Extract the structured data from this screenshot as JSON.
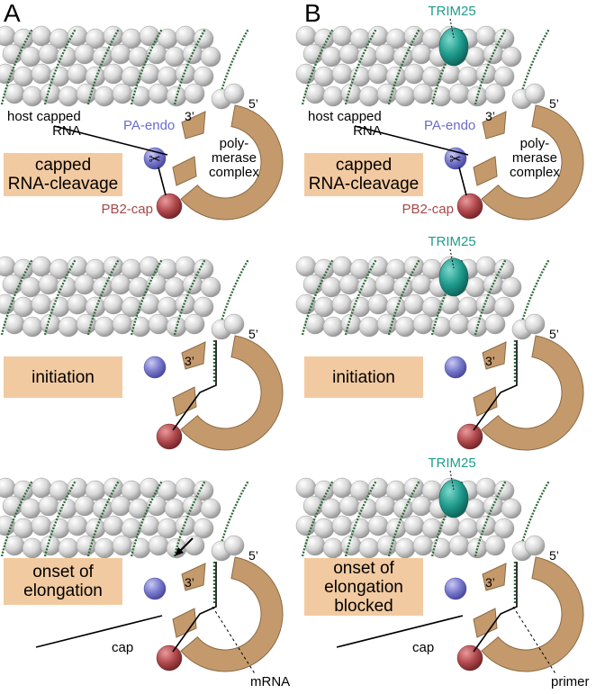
{
  "panels": [
    {
      "letter": "A",
      "rows": [
        {
          "stage": "capped\nRNA-cleavage",
          "labels": {
            "prime5": "5’",
            "prime3": "3’",
            "host_rna": "host capped\nRNA",
            "pa_endo": "PA-endo",
            "polymerase": "poly-\nmerase\ncomplex",
            "pb2_cap": "PB2-cap"
          }
        },
        {
          "stage": "initiation",
          "labels": {
            "prime5": "5’",
            "prime3": "3’"
          }
        },
        {
          "stage": "onset of\nelongation",
          "labels": {
            "prime5": "5’",
            "prime3": "3’",
            "cap": "cap",
            "product": "mRNA"
          }
        }
      ]
    },
    {
      "letter": "B",
      "rows": [
        {
          "stage": "capped\nRNA-cleavage",
          "labels": {
            "trim25": "TRIM25",
            "prime5": "5’",
            "prime3": "3’",
            "host_rna": "host capped\nRNA",
            "pa_endo": "PA-endo",
            "polymerase": "poly-\nmerase\ncomplex",
            "pb2_cap": "PB2-cap"
          }
        },
        {
          "stage": "initiation",
          "labels": {
            "trim25": "TRIM25",
            "prime5": "5’",
            "prime3": "3’"
          }
        },
        {
          "stage": "onset of\nelongation\nblocked",
          "labels": {
            "trim25": "TRIM25",
            "prime5": "5’",
            "prime3": "3’",
            "cap": "cap",
            "product": "primer"
          }
        }
      ]
    }
  ],
  "colors": {
    "stage_box": "#f2caa1",
    "polymerase": "#c49a6c",
    "pa_endo": "#7777cc",
    "pb2_cap": "#b0484c",
    "trim25": "#1f9c8d",
    "pa_endo_text": "#6c6cc9",
    "pb2_text": "#a54848",
    "trim25_text": "#1f9c8d",
    "rna_strand": "#2f6b3b",
    "nucleoprotein": "#d6d6d6"
  },
  "icons": {
    "cleavage": "scissors-icon",
    "direction": "arrow-icon"
  }
}
